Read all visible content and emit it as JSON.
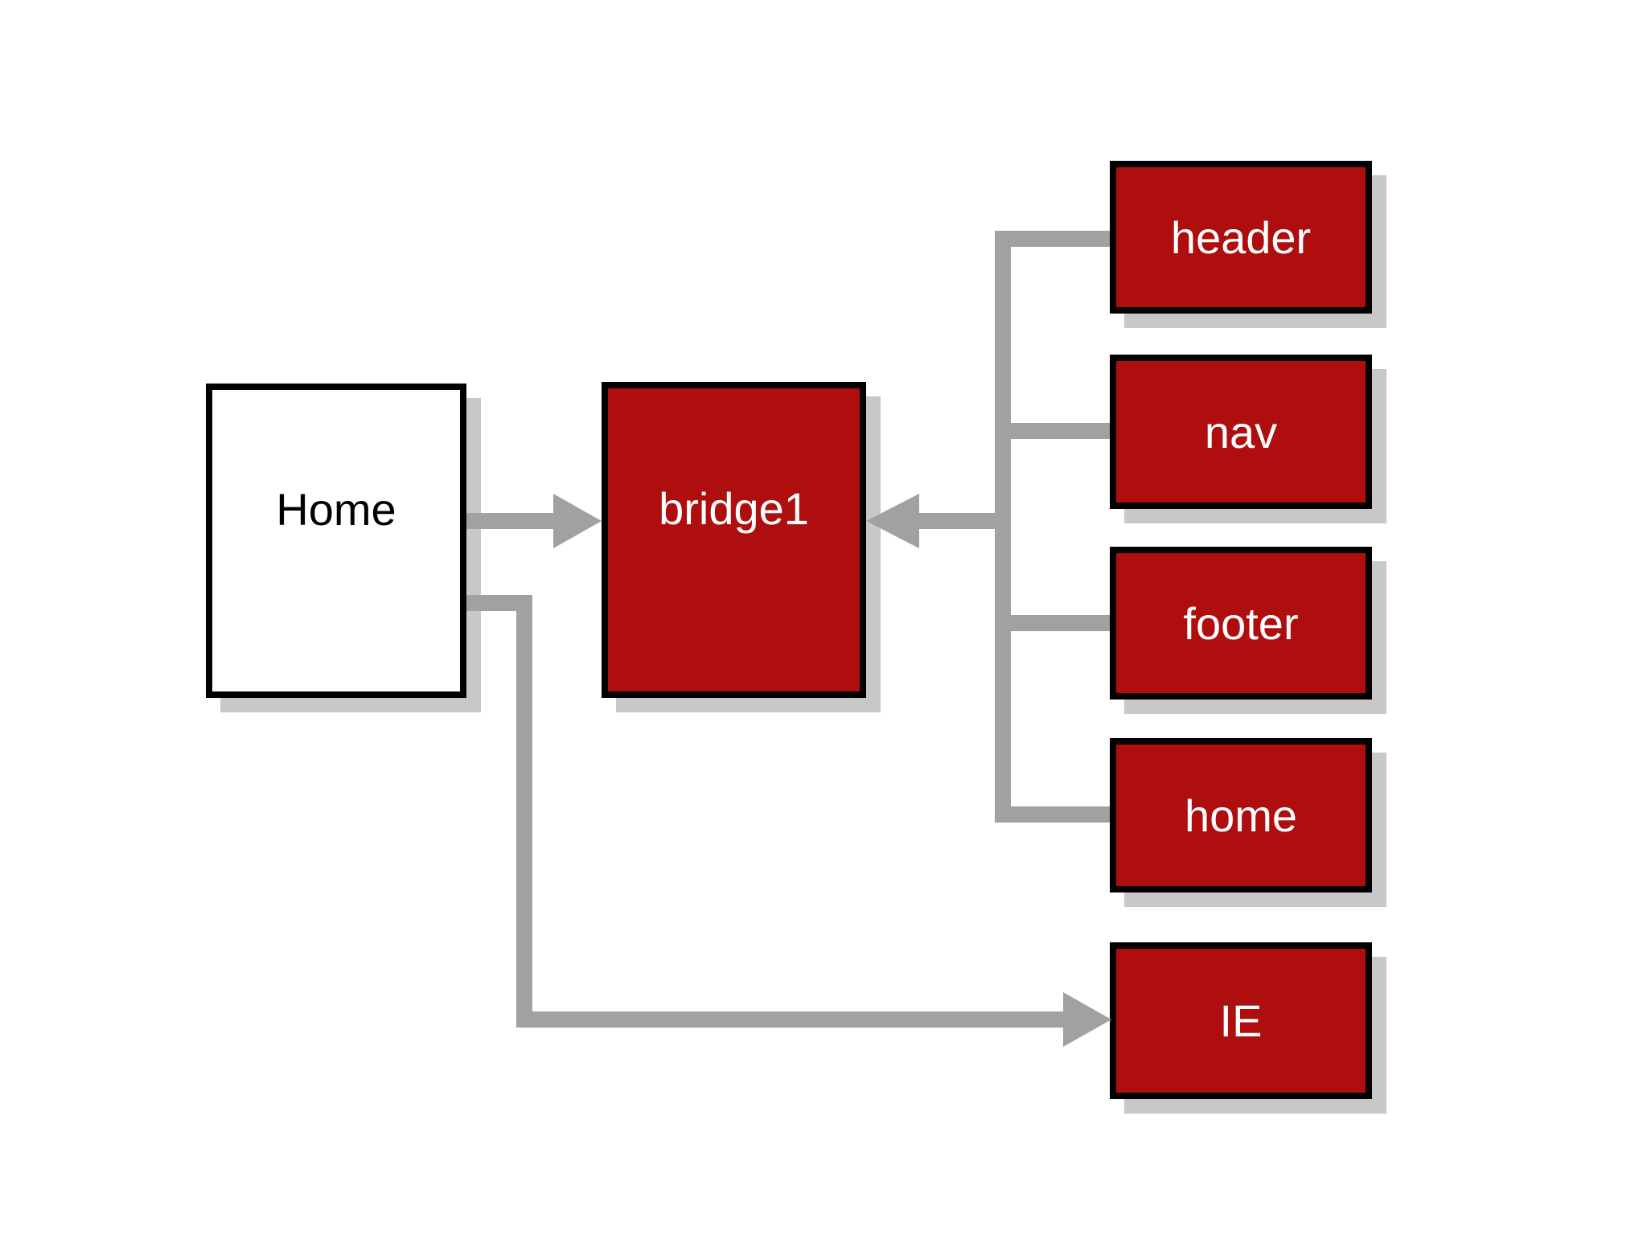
{
  "diagram": {
    "type": "flow-diagram",
    "background": "#ffffff",
    "colors": {
      "node_fill_red": "#ae0e0e",
      "node_fill_plain": "#ffffff",
      "node_border": "#000000",
      "node_text_on_red": "#ffffff",
      "node_text_on_plain": "#000000",
      "connector": "#a1a1a1",
      "shadow": "#c8c8c8"
    },
    "nodes": {
      "home_left": {
        "label": "Home",
        "fill": "#ffffff",
        "text_color": "#000000"
      },
      "bridge1": {
        "label": "bridge1",
        "fill": "#ae0e0e",
        "text_color": "#ffffff"
      },
      "header": {
        "label": "header",
        "fill": "#ae0e0e",
        "text_color": "#ffffff"
      },
      "nav": {
        "label": "nav",
        "fill": "#ae0e0e",
        "text_color": "#ffffff"
      },
      "footer": {
        "label": "footer",
        "fill": "#ae0e0e",
        "text_color": "#ffffff"
      },
      "home_right": {
        "label": "home",
        "fill": "#ae0e0e",
        "text_color": "#ffffff"
      },
      "ie": {
        "label": "IE",
        "fill": "#ae0e0e",
        "text_color": "#ffffff"
      }
    },
    "edges": [
      {
        "from": "Home",
        "to": "bridge1",
        "style": "elbow",
        "arrowhead_at": "bridge1-left"
      },
      {
        "from": "header",
        "to": "bridge1",
        "style": "elbow-trunk",
        "arrowhead_at": "bridge1-right"
      },
      {
        "from": "nav",
        "to": "bridge1",
        "style": "elbow-trunk",
        "arrowhead_at": "bridge1-right"
      },
      {
        "from": "footer",
        "to": "bridge1",
        "style": "elbow-trunk",
        "arrowhead_at": "bridge1-right"
      },
      {
        "from": "home",
        "to": "bridge1",
        "style": "elbow-trunk",
        "arrowhead_at": "bridge1-right"
      },
      {
        "from": "Home",
        "to": "IE",
        "style": "elbow",
        "arrowhead_at": "IE-left"
      }
    ]
  }
}
